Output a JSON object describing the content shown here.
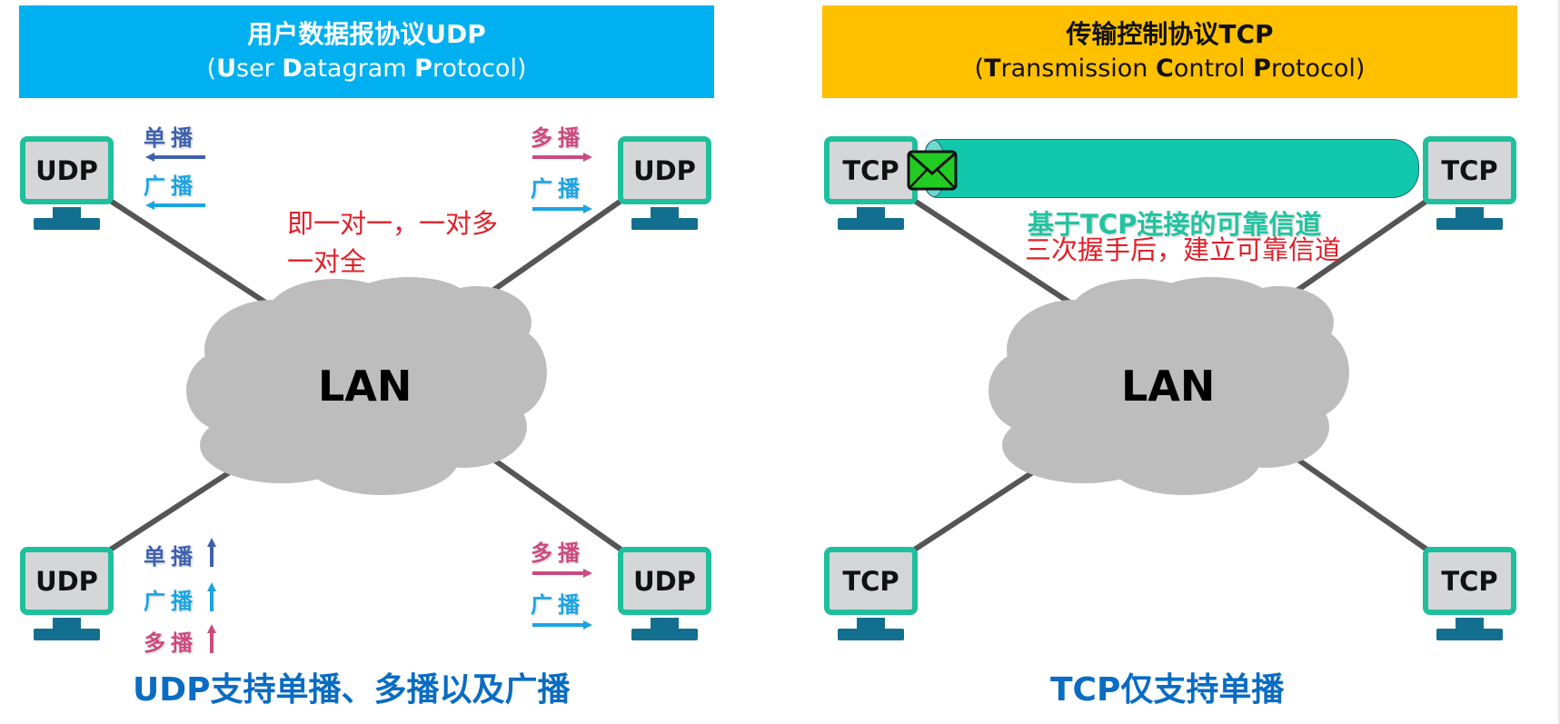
{
  "udp": {
    "header": {
      "title": "用户数据报协议UDP",
      "subtitle_parts": [
        "(",
        "U",
        "ser ",
        "D",
        "atagram ",
        "P",
        "rotocol)"
      ],
      "color": "#00b0f0"
    },
    "hosts": [
      {
        "position": "top-left",
        "label": "UDP"
      },
      {
        "position": "top-right",
        "label": "UDP"
      },
      {
        "position": "bottom-left",
        "label": "UDP"
      },
      {
        "position": "bottom-right",
        "label": "UDP"
      }
    ],
    "network_label": "LAN",
    "annotations": {
      "top_left": [
        {
          "label": "单播",
          "type": "unicast",
          "arrow": "left"
        },
        {
          "label": "广播",
          "type": "broadcast",
          "arrow": "left"
        }
      ],
      "top_right": [
        {
          "label": "多播",
          "type": "multicast",
          "arrow": "right"
        },
        {
          "label": "广播",
          "type": "broadcast",
          "arrow": "right"
        }
      ],
      "bottom_left": [
        {
          "label": "单播",
          "type": "unicast",
          "arrow": "up"
        },
        {
          "label": "广播",
          "type": "broadcast",
          "arrow": "up"
        },
        {
          "label": "多播",
          "type": "multicast",
          "arrow": "up"
        }
      ],
      "bottom_right": [
        {
          "label": "多播",
          "type": "multicast",
          "arrow": "right"
        },
        {
          "label": "广播",
          "type": "broadcast",
          "arrow": "right"
        }
      ]
    },
    "note_lines": [
      "即一对一，一对多",
      "一对全"
    ],
    "caption": "UDP支持单播、多播以及广播"
  },
  "tcp": {
    "header": {
      "title": "传输控制协议TCP",
      "subtitle_parts": [
        "(",
        "T",
        "ransmission ",
        "C",
        "ontrol ",
        "P",
        "rotocol)"
      ],
      "color": "#ffc000"
    },
    "hosts": [
      {
        "position": "top-left",
        "label": "TCP"
      },
      {
        "position": "top-right",
        "label": "TCP"
      },
      {
        "position": "bottom-left",
        "label": "TCP"
      },
      {
        "position": "bottom-right",
        "label": "TCP"
      }
    ],
    "network_label": "LAN",
    "channel_label": "基于TCP连接的可靠信道",
    "channel_note": "三次握手后，建立可靠信道",
    "caption": "TCP仅支持单播"
  },
  "colors": {
    "unicast": "#3f61ad",
    "broadcast": "#1ca4e2",
    "multicast": "#cc4a7e",
    "monitor_frame": "#1fbf9c",
    "channel": "#12c8ac",
    "envelope": "#22cc22",
    "caption": "#0a6cc2",
    "note": "#e0202a"
  }
}
